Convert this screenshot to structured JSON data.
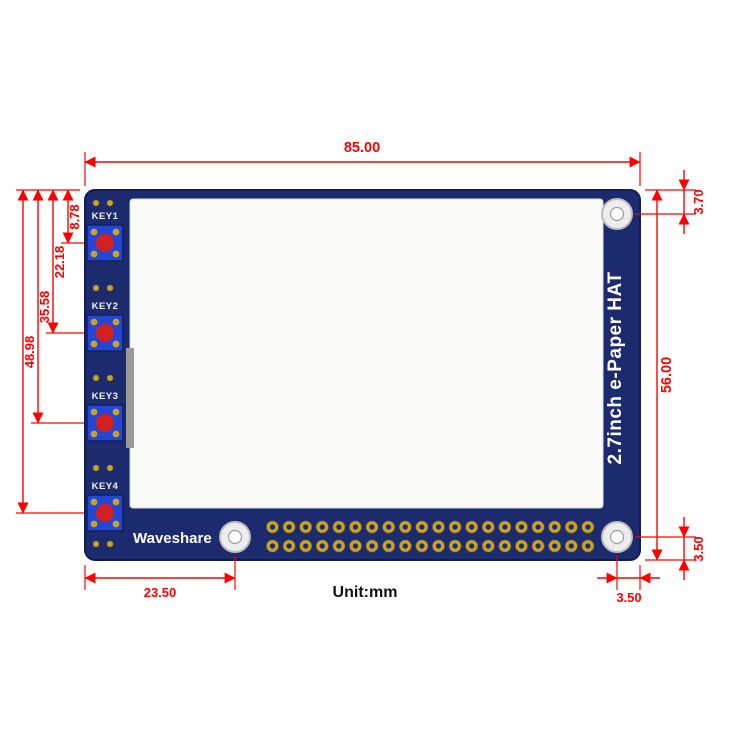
{
  "diagram": {
    "unit_note": "Unit:mm"
  },
  "board": {
    "brand": "Waveshare",
    "side_label": "2.7inch e-Paper HAT",
    "keys": [
      "KEY1",
      "KEY2",
      "KEY3",
      "KEY4"
    ]
  },
  "dimensions": {
    "board_width": "85.00",
    "board_height": "56.00",
    "hole_offset_top": "3.70",
    "hole_offset_bottom": "3.50",
    "hole_offset_right": "3.50",
    "hole_offset_bottom_left": "23.50",
    "key_positions": [
      "8.78",
      "22.18",
      "35.58",
      "48.98"
    ]
  },
  "gpio": {
    "rows": 2,
    "cols": 20
  },
  "colors": {
    "pcb": "#1c2a6e",
    "key_body": "#2446d4",
    "key_button": "#d42020",
    "pad_gold": "#c9a229",
    "dimension_red": "#ff0000",
    "display": "#fafaf7"
  }
}
